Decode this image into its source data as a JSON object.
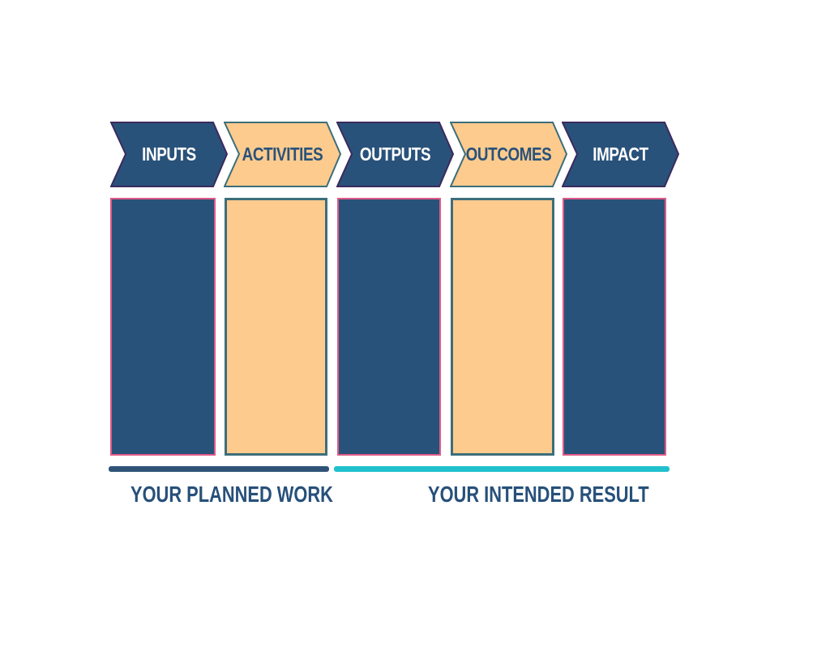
{
  "diagram": {
    "type": "logic-model",
    "stages": [
      {
        "label": "INPUTS",
        "style": "dark"
      },
      {
        "label": "ACTIVITIES",
        "style": "light"
      },
      {
        "label": "OUTPUTS",
        "style": "dark"
      },
      {
        "label": "OUTCOMES",
        "style": "light"
      },
      {
        "label": "IMPACT",
        "style": "dark"
      }
    ],
    "groups": [
      {
        "label": "YOUR PLANNED WORK",
        "spans": [
          "INPUTS",
          "ACTIVITIES"
        ],
        "color": "#2f5377"
      },
      {
        "label": "YOUR INTENDED RESULT",
        "spans": [
          "OUTPUTS",
          "OUTCOMES",
          "IMPACT"
        ],
        "color": "#20c0cc"
      }
    ],
    "colors": {
      "dark_fill": "#29527a",
      "dark_border": "#e05a86",
      "light_fill": "#fdcb8e",
      "light_border": "#3c6e7a",
      "dark_text": "#ffffff",
      "light_text": "#29527a"
    }
  }
}
